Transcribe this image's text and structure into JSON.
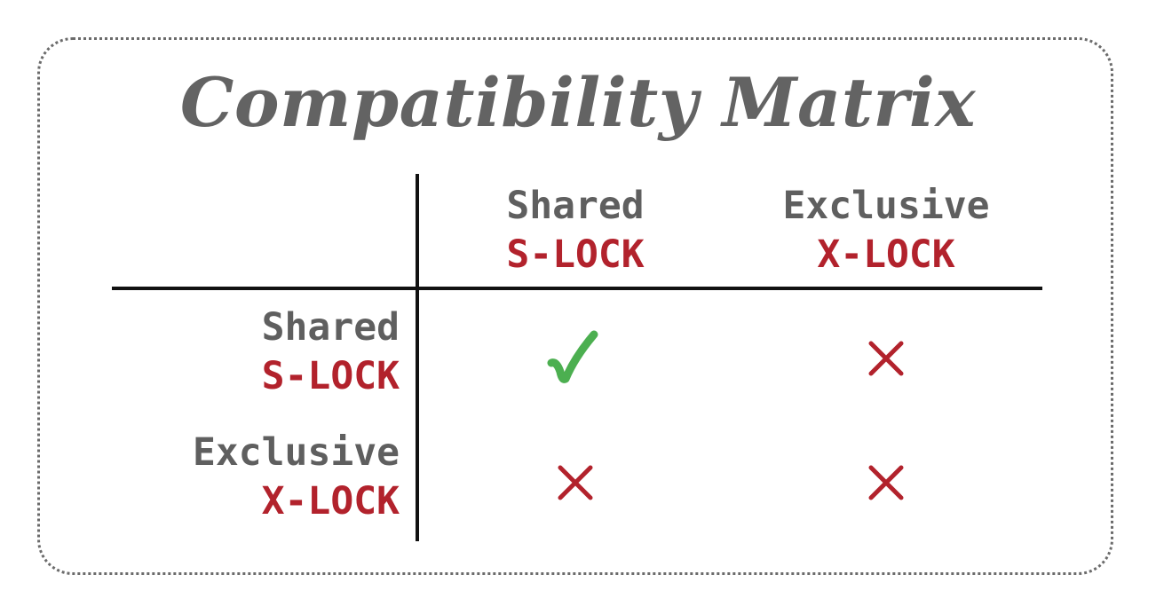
{
  "title": "Compatibility Matrix",
  "columns": [
    {
      "name": "Shared",
      "lock": "S-LOCK"
    },
    {
      "name": "Exclusive",
      "lock": "X-LOCK"
    }
  ],
  "rows": [
    {
      "name": "Shared",
      "lock": "S-LOCK"
    },
    {
      "name": "Exclusive",
      "lock": "X-LOCK"
    }
  ],
  "matrix": [
    [
      "compatible",
      "incompatible"
    ],
    [
      "incompatible",
      "incompatible"
    ]
  ],
  "colors": {
    "name_text": "#5f5f5f",
    "lock_text": "#b2222c",
    "check": "#4caf50",
    "cross": "#b2222c",
    "title": "#636363",
    "frame": "#6b6b6b"
  },
  "icons": {
    "compatible": "check-icon",
    "incompatible": "cross-icon"
  }
}
